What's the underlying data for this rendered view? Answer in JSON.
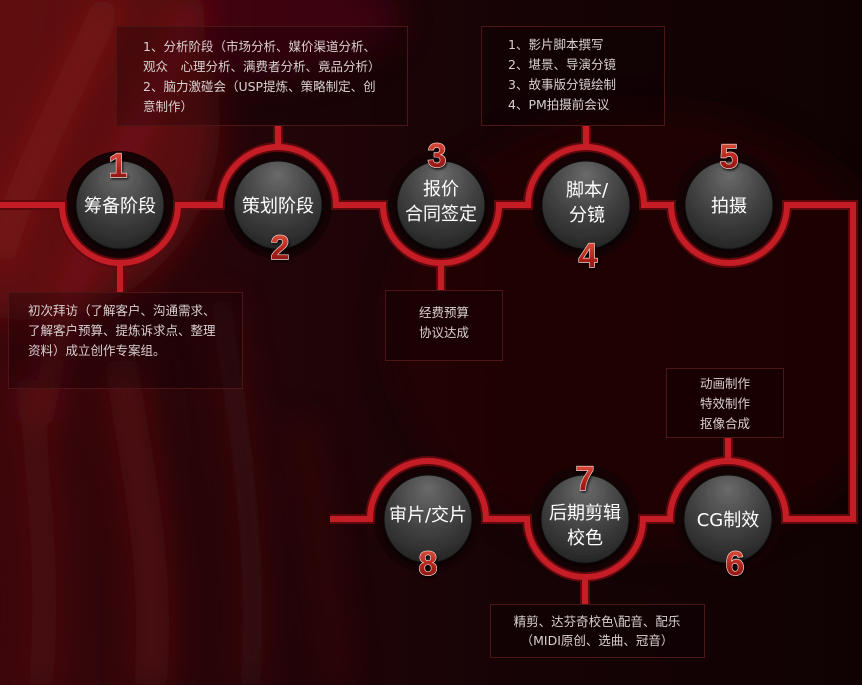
{
  "stages": [
    {
      "number": "1",
      "lines": [
        "筹备阶段"
      ]
    },
    {
      "number": "2",
      "lines": [
        "策划阶段"
      ]
    },
    {
      "number": "3",
      "lines": [
        "报价",
        "合同签定"
      ]
    },
    {
      "number": "4",
      "lines": [
        "脚本/",
        "分镜"
      ]
    },
    {
      "number": "5",
      "lines": [
        "拍摄"
      ]
    },
    {
      "number": "6",
      "lines": [
        "CG制效"
      ]
    },
    {
      "number": "7",
      "lines": [
        "后期剪辑",
        "校色"
      ]
    },
    {
      "number": "8",
      "lines": [
        "审片/交片"
      ]
    }
  ],
  "notes": {
    "planning": [
      "1、分析阶段（市场分析、媒价渠道分析、",
      "观众　心理分析、满费者分析、竟品分析）",
      "2、脑力激碰会（USP提炼、策略制定、创",
      "意制作）"
    ],
    "script": [
      "1、影片脚本撰写",
      "2、堪景、导演分镜",
      "3、故事版分镜绘制",
      "4、PM拍摄前会议"
    ],
    "preparation": [
      "初次拜访（了解客户、沟通需求、",
      "了解客户预算、提炼诉求点、整理",
      "资料）成立创作专案组。"
    ],
    "quotation": [
      "经费预算",
      "协议达成"
    ],
    "cg": [
      "动画制作",
      "特效制作",
      "抠像合成"
    ],
    "post_production": [
      "精剪、达芬奇校色\\配音、配乐",
      "（MIDI原创、选曲、冠音）"
    ]
  },
  "colors": {
    "flow_line": "#c41d25",
    "node_label": "#ffffff",
    "note_text": "#d9d1d1",
    "note_border": "#4e1517",
    "background": "#120204"
  }
}
